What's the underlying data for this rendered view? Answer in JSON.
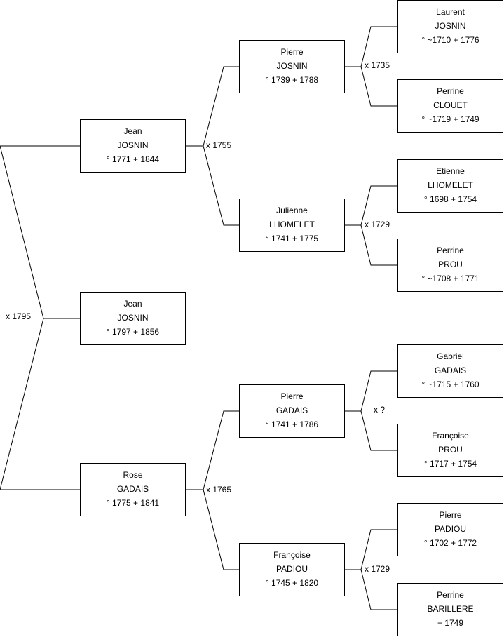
{
  "persons": {
    "root": {
      "first": "Jean",
      "last": "JOSNIN",
      "dates": "° 1797 + 1856"
    },
    "father": {
      "first": "Jean",
      "last": "JOSNIN",
      "dates": "° 1771 + 1844"
    },
    "mother": {
      "first": "Rose",
      "last": "GADAIS",
      "dates": "° 1775 + 1841"
    },
    "ff": {
      "first": "Pierre",
      "last": "JOSNIN",
      "dates": "° 1739 + 1788"
    },
    "fm": {
      "first": "Julienne",
      "last": "LHOMELET",
      "dates": "° 1741 + 1775"
    },
    "mf": {
      "first": "Pierre",
      "last": "GADAIS",
      "dates": "° 1741 + 1786"
    },
    "mm": {
      "first": "Françoise",
      "last": "PADIOU",
      "dates": "° 1745 + 1820"
    },
    "fff": {
      "first": "Laurent",
      "last": "JOSNIN",
      "dates": "° ~1710 + 1776"
    },
    "ffm": {
      "first": "Perrine",
      "last": "CLOUET",
      "dates": "° ~1719 + 1749"
    },
    "fmf": {
      "first": "Etienne",
      "last": "LHOMELET",
      "dates": "° 1698 + 1754"
    },
    "fmm": {
      "first": "Perrine",
      "last": "PROU",
      "dates": "° ~1708 + 1771"
    },
    "mff": {
      "first": "Gabriel",
      "last": "GADAIS",
      "dates": "° ~1715 + 1760"
    },
    "mfm": {
      "first": "Françoise",
      "last": "PROU",
      "dates": "° 1717 + 1754"
    },
    "mmf": {
      "first": "Pierre",
      "last": "PADIOU",
      "dates": "° 1702 + 1772"
    },
    "mmm": {
      "first": "Perrine",
      "last": "BARILLERE",
      "dates": "+ 1749"
    }
  },
  "marriages": {
    "parents": "x 1795",
    "father": "x 1755",
    "mother": "x 1765",
    "ff": "x 1735",
    "fm": "x 1729",
    "mf": "x ?",
    "mm": "x 1729"
  },
  "colors": {
    "line": "#000000",
    "box_border": "#000000",
    "background": "#ffffff"
  }
}
